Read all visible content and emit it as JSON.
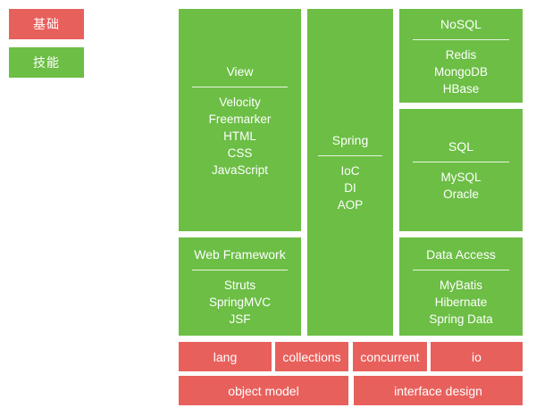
{
  "legend": {
    "items": [
      {
        "label": "基础",
        "color": "#e8605c",
        "name": "legend-basics"
      },
      {
        "label": "技能",
        "color": "#6cbe45",
        "name": "legend-skills"
      }
    ]
  },
  "diagram": {
    "type": "block-architecture-diagram",
    "palette": {
      "skill": "#6cbe45",
      "basic": "#e8605c",
      "text": "#ffffff",
      "background": "#ffffff"
    },
    "blocks": {
      "view": {
        "title": "View",
        "items": [
          "Velocity",
          "Freemarker",
          "HTML",
          "CSS",
          "JavaScript"
        ],
        "category": "技能"
      },
      "web_framework": {
        "title": "Web Framework",
        "items": [
          "Struts",
          "SpringMVC",
          "JSF"
        ],
        "category": "技能"
      },
      "spring": {
        "title": "Spring",
        "items": [
          "IoC",
          "DI",
          "AOP"
        ],
        "category": "技能"
      },
      "nosql": {
        "title": "NoSQL",
        "items": [
          "Redis",
          "MongoDB",
          "HBase"
        ],
        "category": "技能"
      },
      "sql": {
        "title": "SQL",
        "items": [
          "MySQL",
          "Oracle"
        ],
        "category": "技能"
      },
      "data_access": {
        "title": "Data Access",
        "items": [
          "MyBatis",
          "Hibernate",
          "Spring Data"
        ],
        "category": "技能"
      }
    },
    "foundation_row_1": [
      {
        "label": "lang"
      },
      {
        "label": "collections"
      },
      {
        "label": "concurrent"
      },
      {
        "label": "io"
      }
    ],
    "foundation_row_2": [
      {
        "label": "object model"
      },
      {
        "label": "interface design"
      }
    ]
  }
}
